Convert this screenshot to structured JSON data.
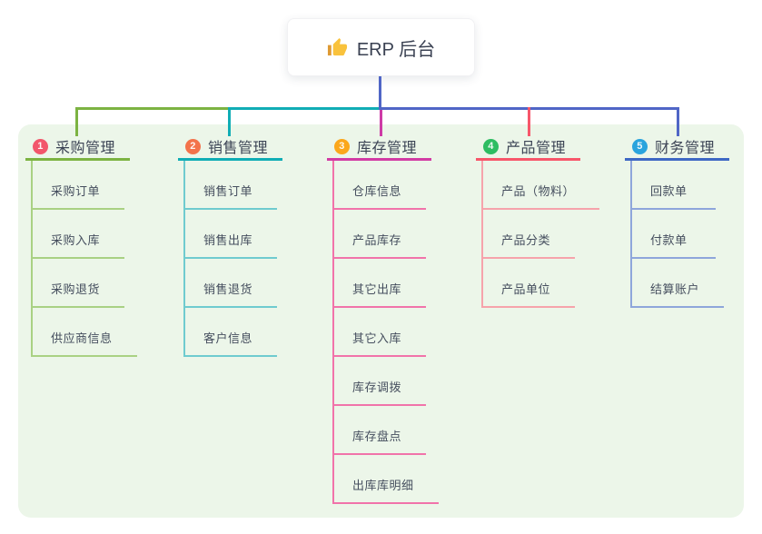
{
  "root": {
    "label": "ERP 后台",
    "icon": "thumbs-up"
  },
  "branches": [
    {
      "num": "1",
      "title": "采购管理",
      "children": [
        "采购订单",
        "采购入库",
        "采购退货",
        "供应商信息"
      ],
      "badge_color": "#F2566B",
      "line_color": "#7CB342",
      "light_line_color": "#A9D183"
    },
    {
      "num": "2",
      "title": "销售管理",
      "children": [
        "销售订单",
        "销售出库",
        "销售退货",
        "客户信息"
      ],
      "badge_color": "#F3734B",
      "line_color": "#10ADB5",
      "light_line_color": "#6FCBCF"
    },
    {
      "num": "3",
      "title": "库存管理",
      "children": [
        "仓库信息",
        "产品库存",
        "其它出库",
        "其它入库",
        "库存调拨",
        "库存盘点",
        "出库库明细"
      ],
      "badge_color": "#FBA71B",
      "line_color": "#D23CA4",
      "light_line_color": "#F173AA"
    },
    {
      "num": "4",
      "title": "产品管理",
      "children": [
        "产品（物料）",
        "产品分类",
        "产品单位"
      ],
      "badge_color": "#2EBD62",
      "line_color": "#F7566A",
      "light_line_color": "#F6A3AB"
    },
    {
      "num": "5",
      "title": "财务管理",
      "children": [
        "回款单",
        "付款单",
        "结算账户"
      ],
      "badge_color": "#2AA4DD",
      "line_color": "#3E68C4",
      "light_line_color": "#8EA6DB"
    }
  ],
  "colors": {
    "page_bg": "#FFFFFF",
    "canvas_bg": "#ECF6E9",
    "root_connector": "#5066C6",
    "root_card_bg": "#FFFFFF",
    "title_text": "#3C4455",
    "child_text": "#454E5E",
    "thumb_icon": "#F9C23C"
  }
}
